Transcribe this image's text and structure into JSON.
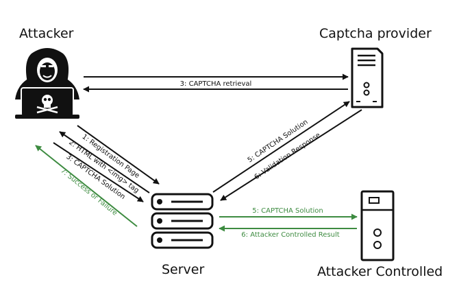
{
  "nodes": {
    "attacker": {
      "label": "Attacker",
      "icon": "hacker-laptop-icon"
    },
    "captcha_provider": {
      "label": "Captcha provider",
      "icon": "server-tower-icon"
    },
    "server": {
      "label": "Server",
      "icon": "server-rack-icon"
    },
    "attacker_controlled": {
      "label": "Attacker Controlled",
      "icon": "computer-tower-icon"
    }
  },
  "edges": {
    "captcha_retrieval": "3: CAPTCHA retrieval",
    "registration_page": "1: Registration Page",
    "html_img_tag": "2: HTML with <img> tag",
    "captcha_solution_1": "3: CAPTCHA Solution",
    "success_failure": "7: Success or Failure",
    "captcha_solution_5": "5: CAPTCHA Solution",
    "validation_response": "6: Validation Response",
    "captcha_solution_green": "5: CAPTCHA Solution",
    "attacker_controlled_result": "6: Attacker Controlled Result"
  },
  "colors": {
    "black": "#111111",
    "green": "#3d8b40",
    "white": "#ffffff"
  }
}
